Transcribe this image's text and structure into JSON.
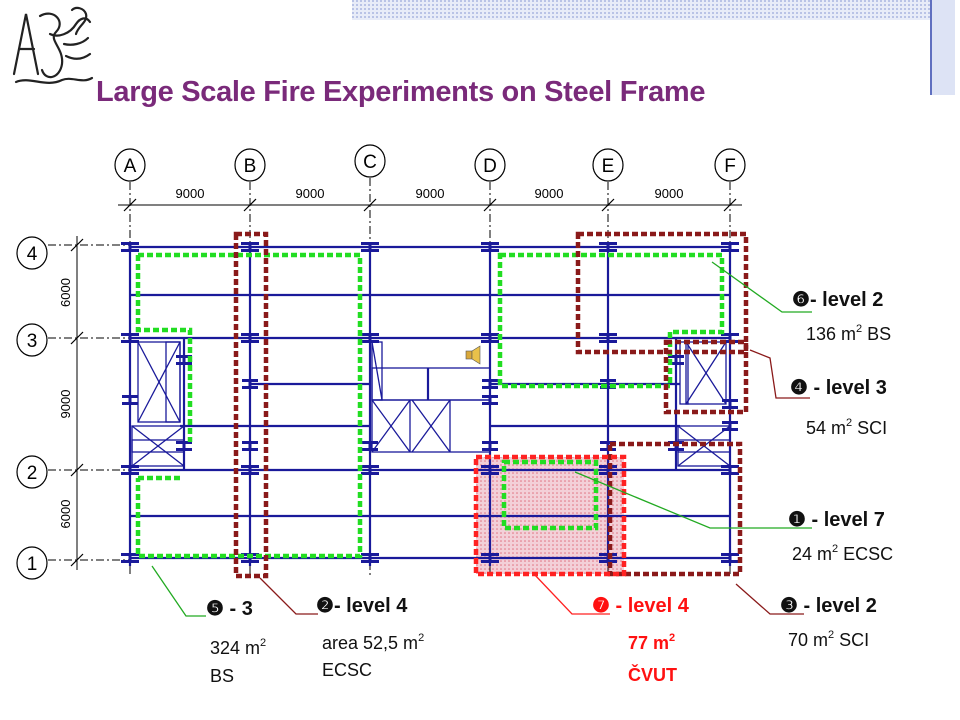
{
  "title": "Large Scale Fire Experiments on Steel Frame",
  "colors": {
    "frame": "#1a1a9a",
    "green_zone": "#22dd22",
    "brown_zone": "#8a1a1a",
    "red_zone": "#ff2222",
    "title": "#7a2a7a",
    "leader": "#22aa22"
  },
  "axes": {
    "columns": [
      "A",
      "B",
      "C",
      "D",
      "E",
      "F"
    ],
    "rows": [
      "4",
      "3",
      "2",
      "1"
    ],
    "column_spacings": [
      "9000",
      "9000",
      "9000",
      "9000",
      "9000"
    ],
    "row_spacings": [
      "6000",
      "9000",
      "6000"
    ]
  },
  "tests": [
    {
      "marker": "❻",
      "label": "- level 2",
      "area_num": "136 m",
      "area_sup": "2",
      "area_rest": " BS",
      "extra": ""
    },
    {
      "marker": "❹",
      "label": " - level 3",
      "area_num": "54 m",
      "area_sup": "2",
      "area_rest": " SCI",
      "extra": ""
    },
    {
      "marker": "❶",
      "label": " - level 7",
      "area_num": "24 m",
      "area_sup": "2",
      "area_rest": " ECSC",
      "extra": ""
    },
    {
      "marker": "❸",
      "label": " - level 2",
      "area_num": "70 m",
      "area_sup": "2",
      "area_rest": " SCI",
      "extra": ""
    },
    {
      "marker": "❼",
      "label": " - level 4",
      "area_num": "77 m",
      "area_sup": "2",
      "area_rest": "",
      "extra": "ČVUT"
    },
    {
      "marker": "❷",
      "label": "- level 4",
      "area_num": "area 52,5 m",
      "area_sup": "2",
      "area_rest": "",
      "extra": "ECSC"
    },
    {
      "marker": "❺",
      "label": " - 3",
      "area_num": "324 m",
      "area_sup": "2",
      "area_rest": "",
      "extra": "BS"
    }
  ]
}
